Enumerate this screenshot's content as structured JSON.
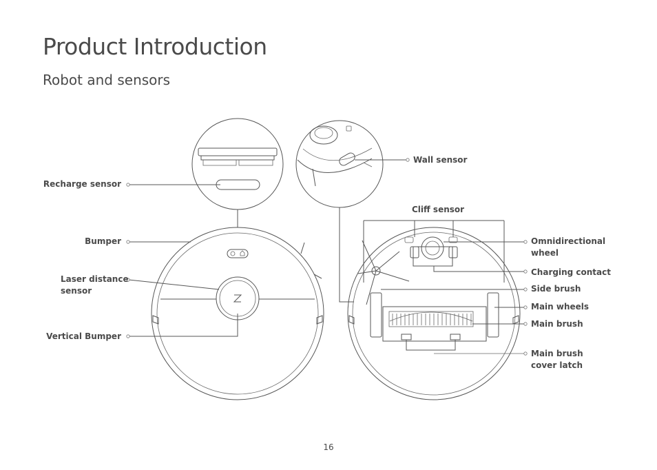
{
  "page": {
    "title": "Product Introduction",
    "subtitle": "Robot and sensors",
    "page_number": "16"
  },
  "labels": {
    "recharge_sensor": "Recharge sensor",
    "bumper": "Bumper",
    "laser_distance_sensor_line1": "Laser distance",
    "laser_distance_sensor_line2": "sensor",
    "vertical_bumper": "Vertical Bumper",
    "wall_sensor": "Wall sensor",
    "cliff_sensor": "Cliff sensor",
    "omnidirectional_wheel_line1": "Omnidirectional",
    "omnidirectional_wheel_line2": "wheel",
    "charging_contact": "Charging contact",
    "side_brush": "Side brush",
    "main_wheels": "Main wheels",
    "main_brush": "Main brush",
    "main_brush_cover_latch_line1": "Main brush",
    "main_brush_cover_latch_line2": "cover latch"
  }
}
